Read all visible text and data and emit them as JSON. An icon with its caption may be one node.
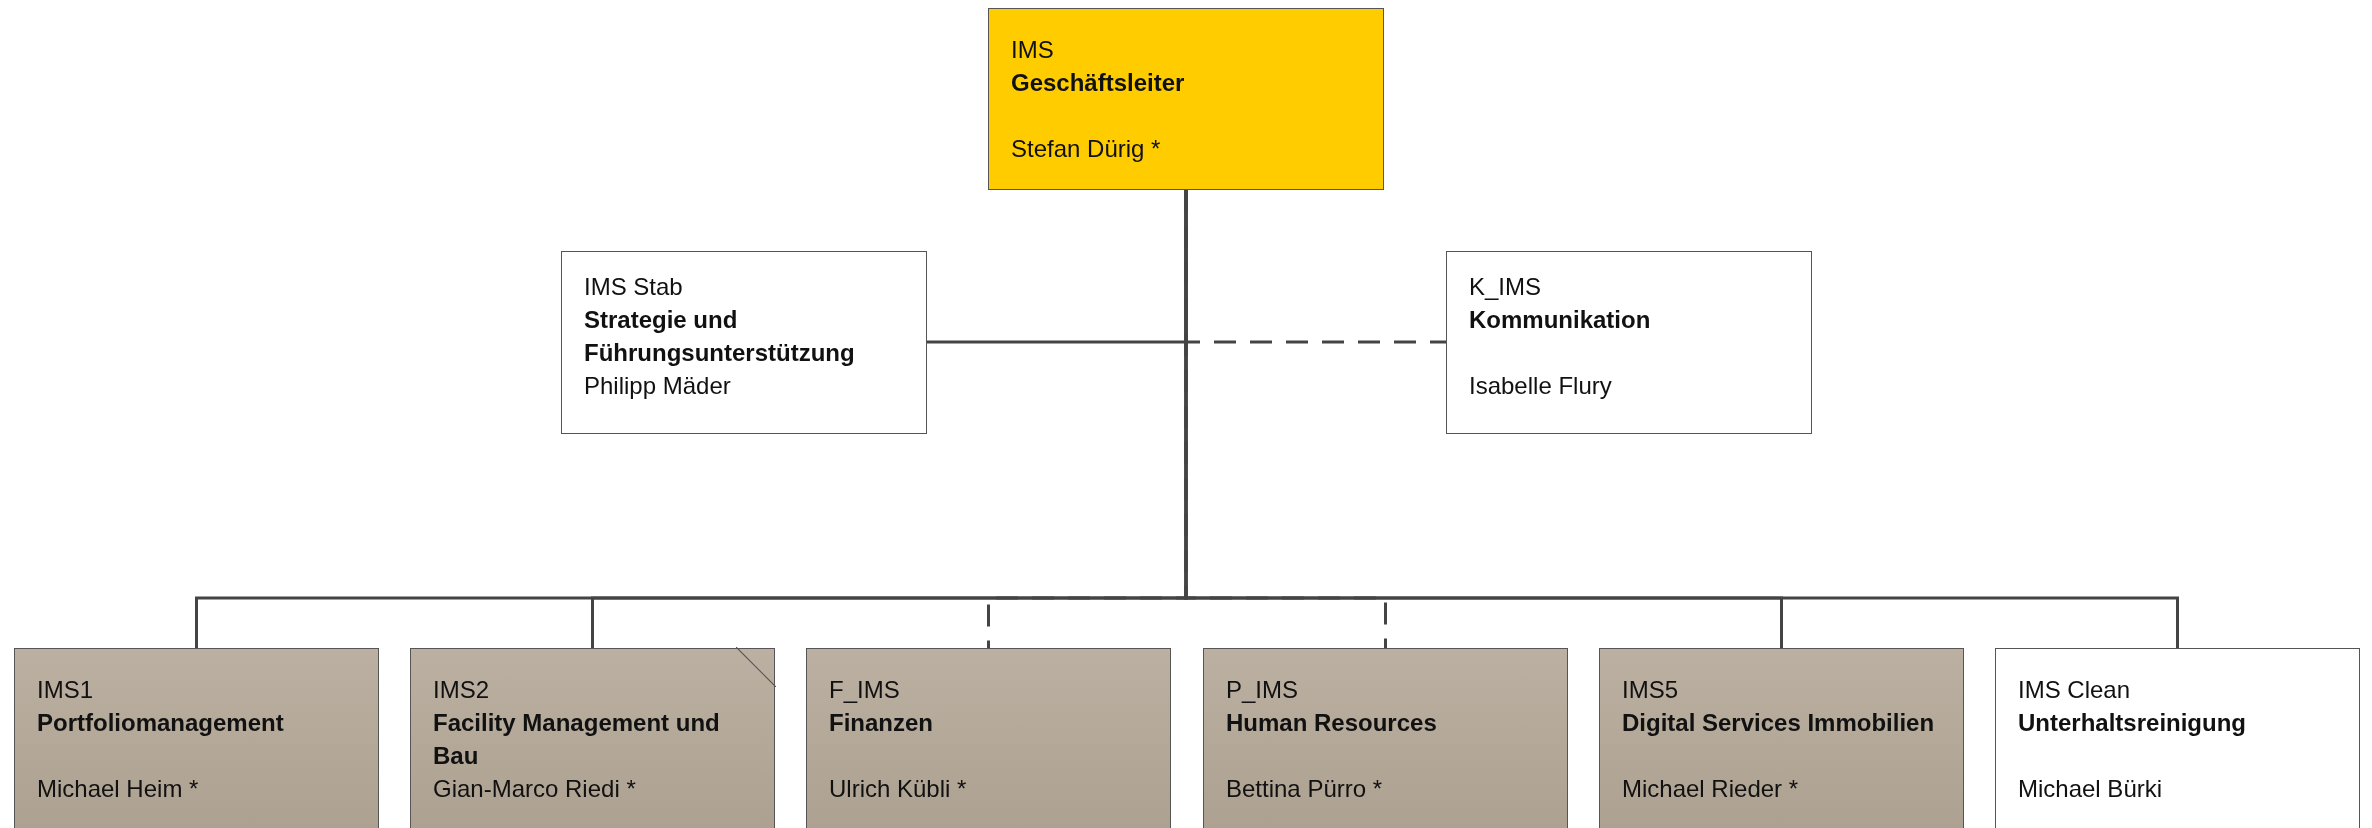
{
  "diagram": {
    "nodes": [
      {
        "text": [
          "IMS",
          "Geschäftsleiter",
          "Stefan Dürig *"
        ]
      },
      {
        "text": [
          "IMS Stab",
          "Strategie und Führungsunterstützung",
          "Philipp Mäder"
        ]
      },
      {
        "text": [
          "K_IMS",
          "Kommunikation",
          "Isabelle Flury"
        ]
      },
      {
        "text": [
          "IMS1",
          "Portfoliomanagement",
          "Michael Heim *"
        ]
      },
      {
        "text": [
          "IMS2",
          "Facility Management und Bau",
          "Gian-Marco Riedi *"
        ]
      },
      {
        "text": [
          "F_IMS",
          "Finanzen",
          "Ulrich Kübli *"
        ]
      },
      {
        "text": [
          "P_IMS",
          "Human Resources",
          "Bettina Pürro *"
        ]
      },
      {
        "text": [
          "IMS5",
          "Digital Services Immobilien",
          "Michael Rieder *"
        ]
      },
      {
        "text": [
          "IMS Clean",
          "Unterhaltsreinigung",
          "Michael Bürki"
        ]
      }
    ],
    "edges": [
      {
        "from": 0,
        "to": 1,
        "arrow": "none"
      },
      {
        "from": 0,
        "to": 2,
        "arrow": "none",
        "style": "dashed"
      },
      {
        "from": 0,
        "to": 3,
        "arrow": "none"
      },
      {
        "from": 0,
        "to": 4,
        "arrow": "none"
      },
      {
        "from": 0,
        "to": 5,
        "arrow": "none",
        "style": "dashed"
      },
      {
        "from": 0,
        "to": 6,
        "arrow": "none",
        "style": "dashed"
      },
      {
        "from": 0,
        "to": 7,
        "arrow": "none"
      },
      {
        "from": 0,
        "to": 8,
        "arrow": "none"
      }
    ]
  }
}
